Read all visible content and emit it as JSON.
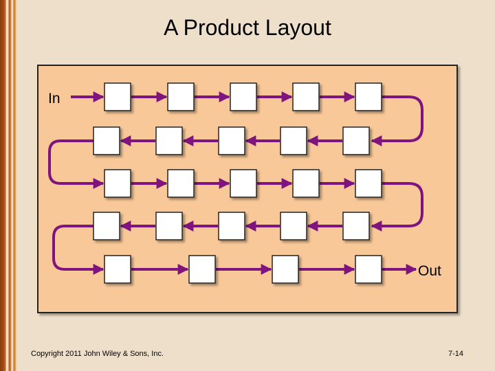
{
  "slide": {
    "title": "A Product Layout",
    "in_label": "In",
    "out_label": "Out",
    "copyright": "Copyright 2011 John Wiley & Sons, Inc.",
    "page_number": "7-14"
  },
  "colors": {
    "background": "#eedfcb",
    "panel": "#f8c898",
    "flow_line": "#80147f",
    "station": "#ffffff"
  },
  "layout": {
    "rows": [
      {
        "station_count": 5,
        "direction": "right"
      },
      {
        "station_count": 5,
        "direction": "left"
      },
      {
        "station_count": 5,
        "direction": "right"
      },
      {
        "station_count": 5,
        "direction": "left"
      },
      {
        "station_count": 4,
        "direction": "right"
      }
    ]
  }
}
